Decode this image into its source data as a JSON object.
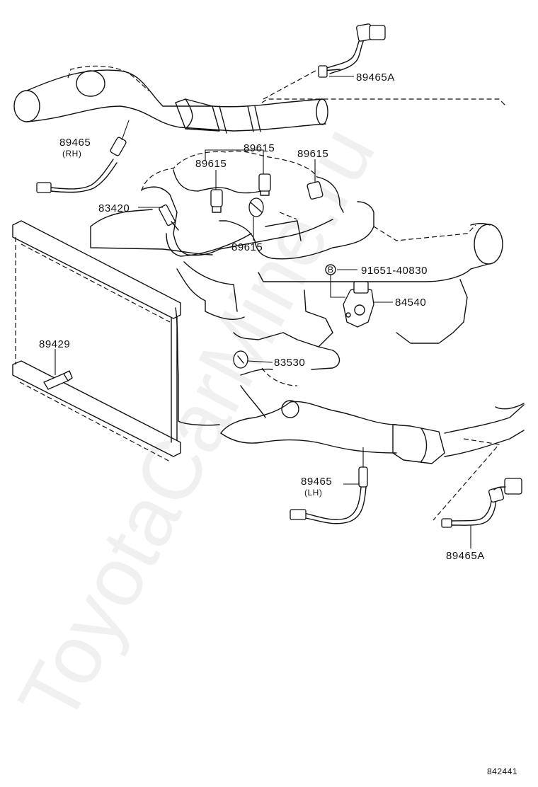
{
  "watermark": "ToyotaCarMine.ru",
  "diagram_ref": "842441",
  "callouts": [
    {
      "id": "p1",
      "label": "89465A"
    },
    {
      "id": "p2",
      "label": "89465",
      "sub": "(RH)"
    },
    {
      "id": "p3",
      "label": "89615"
    },
    {
      "id": "p4",
      "label": "89615"
    },
    {
      "id": "p5",
      "label": "89615"
    },
    {
      "id": "p6",
      "label": "83420"
    },
    {
      "id": "p7",
      "label": "89615"
    },
    {
      "id": "p8",
      "label": "91651-40830",
      "marker": "B"
    },
    {
      "id": "p9",
      "label": "84540"
    },
    {
      "id": "p10",
      "label": "89429"
    },
    {
      "id": "p11",
      "label": "83530"
    },
    {
      "id": "p12",
      "label": "89465",
      "sub": "(LH)"
    },
    {
      "id": "p13",
      "label": "89465A"
    }
  ]
}
